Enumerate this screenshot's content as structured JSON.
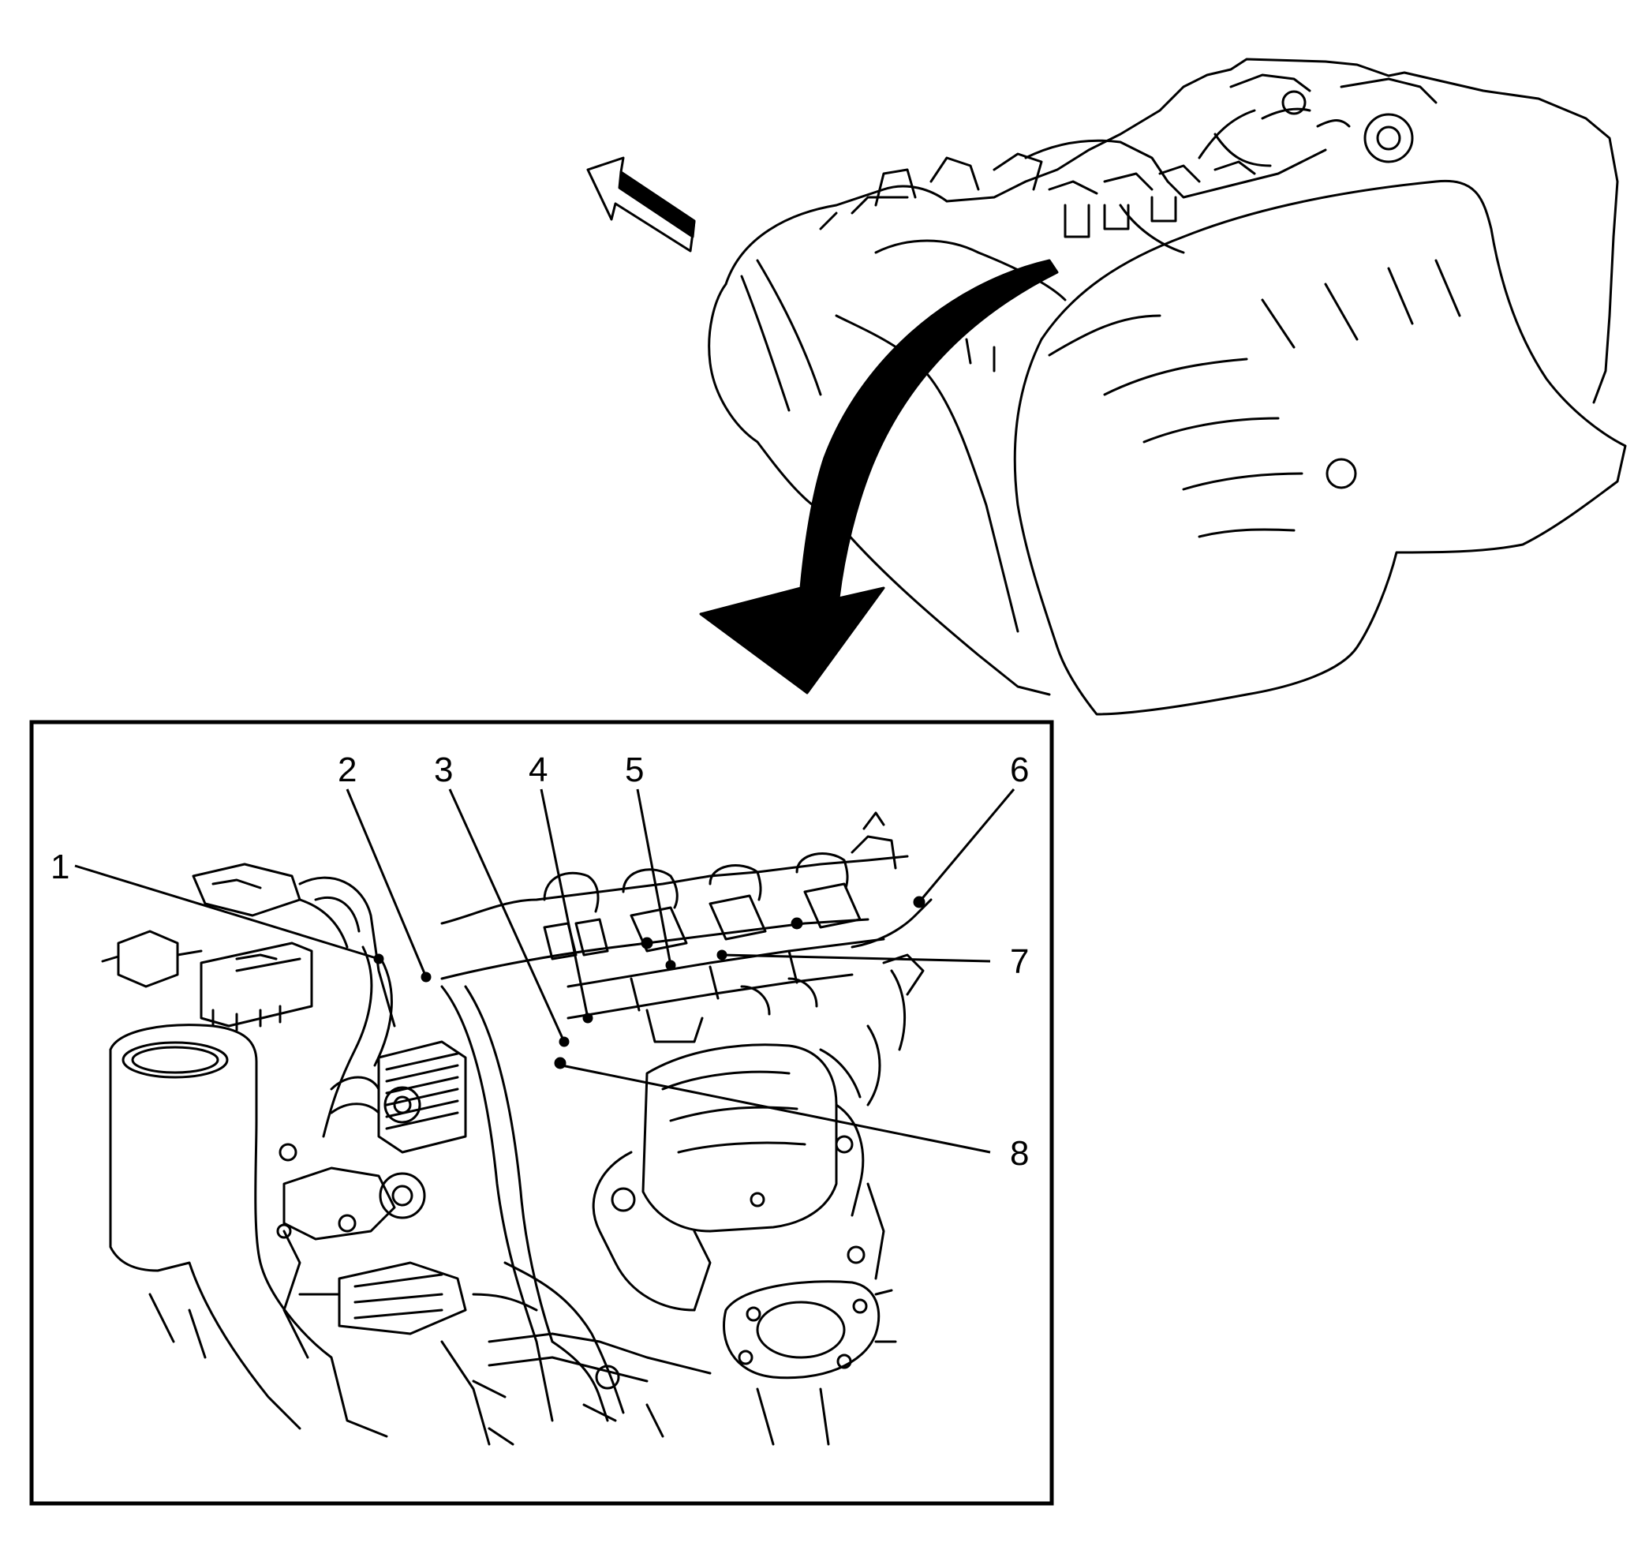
{
  "callouts": [
    {
      "label": "1"
    },
    {
      "label": "2"
    },
    {
      "label": "3"
    },
    {
      "label": "4"
    },
    {
      "label": "5"
    },
    {
      "label": "6"
    },
    {
      "label": "7"
    },
    {
      "label": "8"
    }
  ],
  "colors": {
    "ink": "#000000",
    "paper": "#ffffff"
  }
}
